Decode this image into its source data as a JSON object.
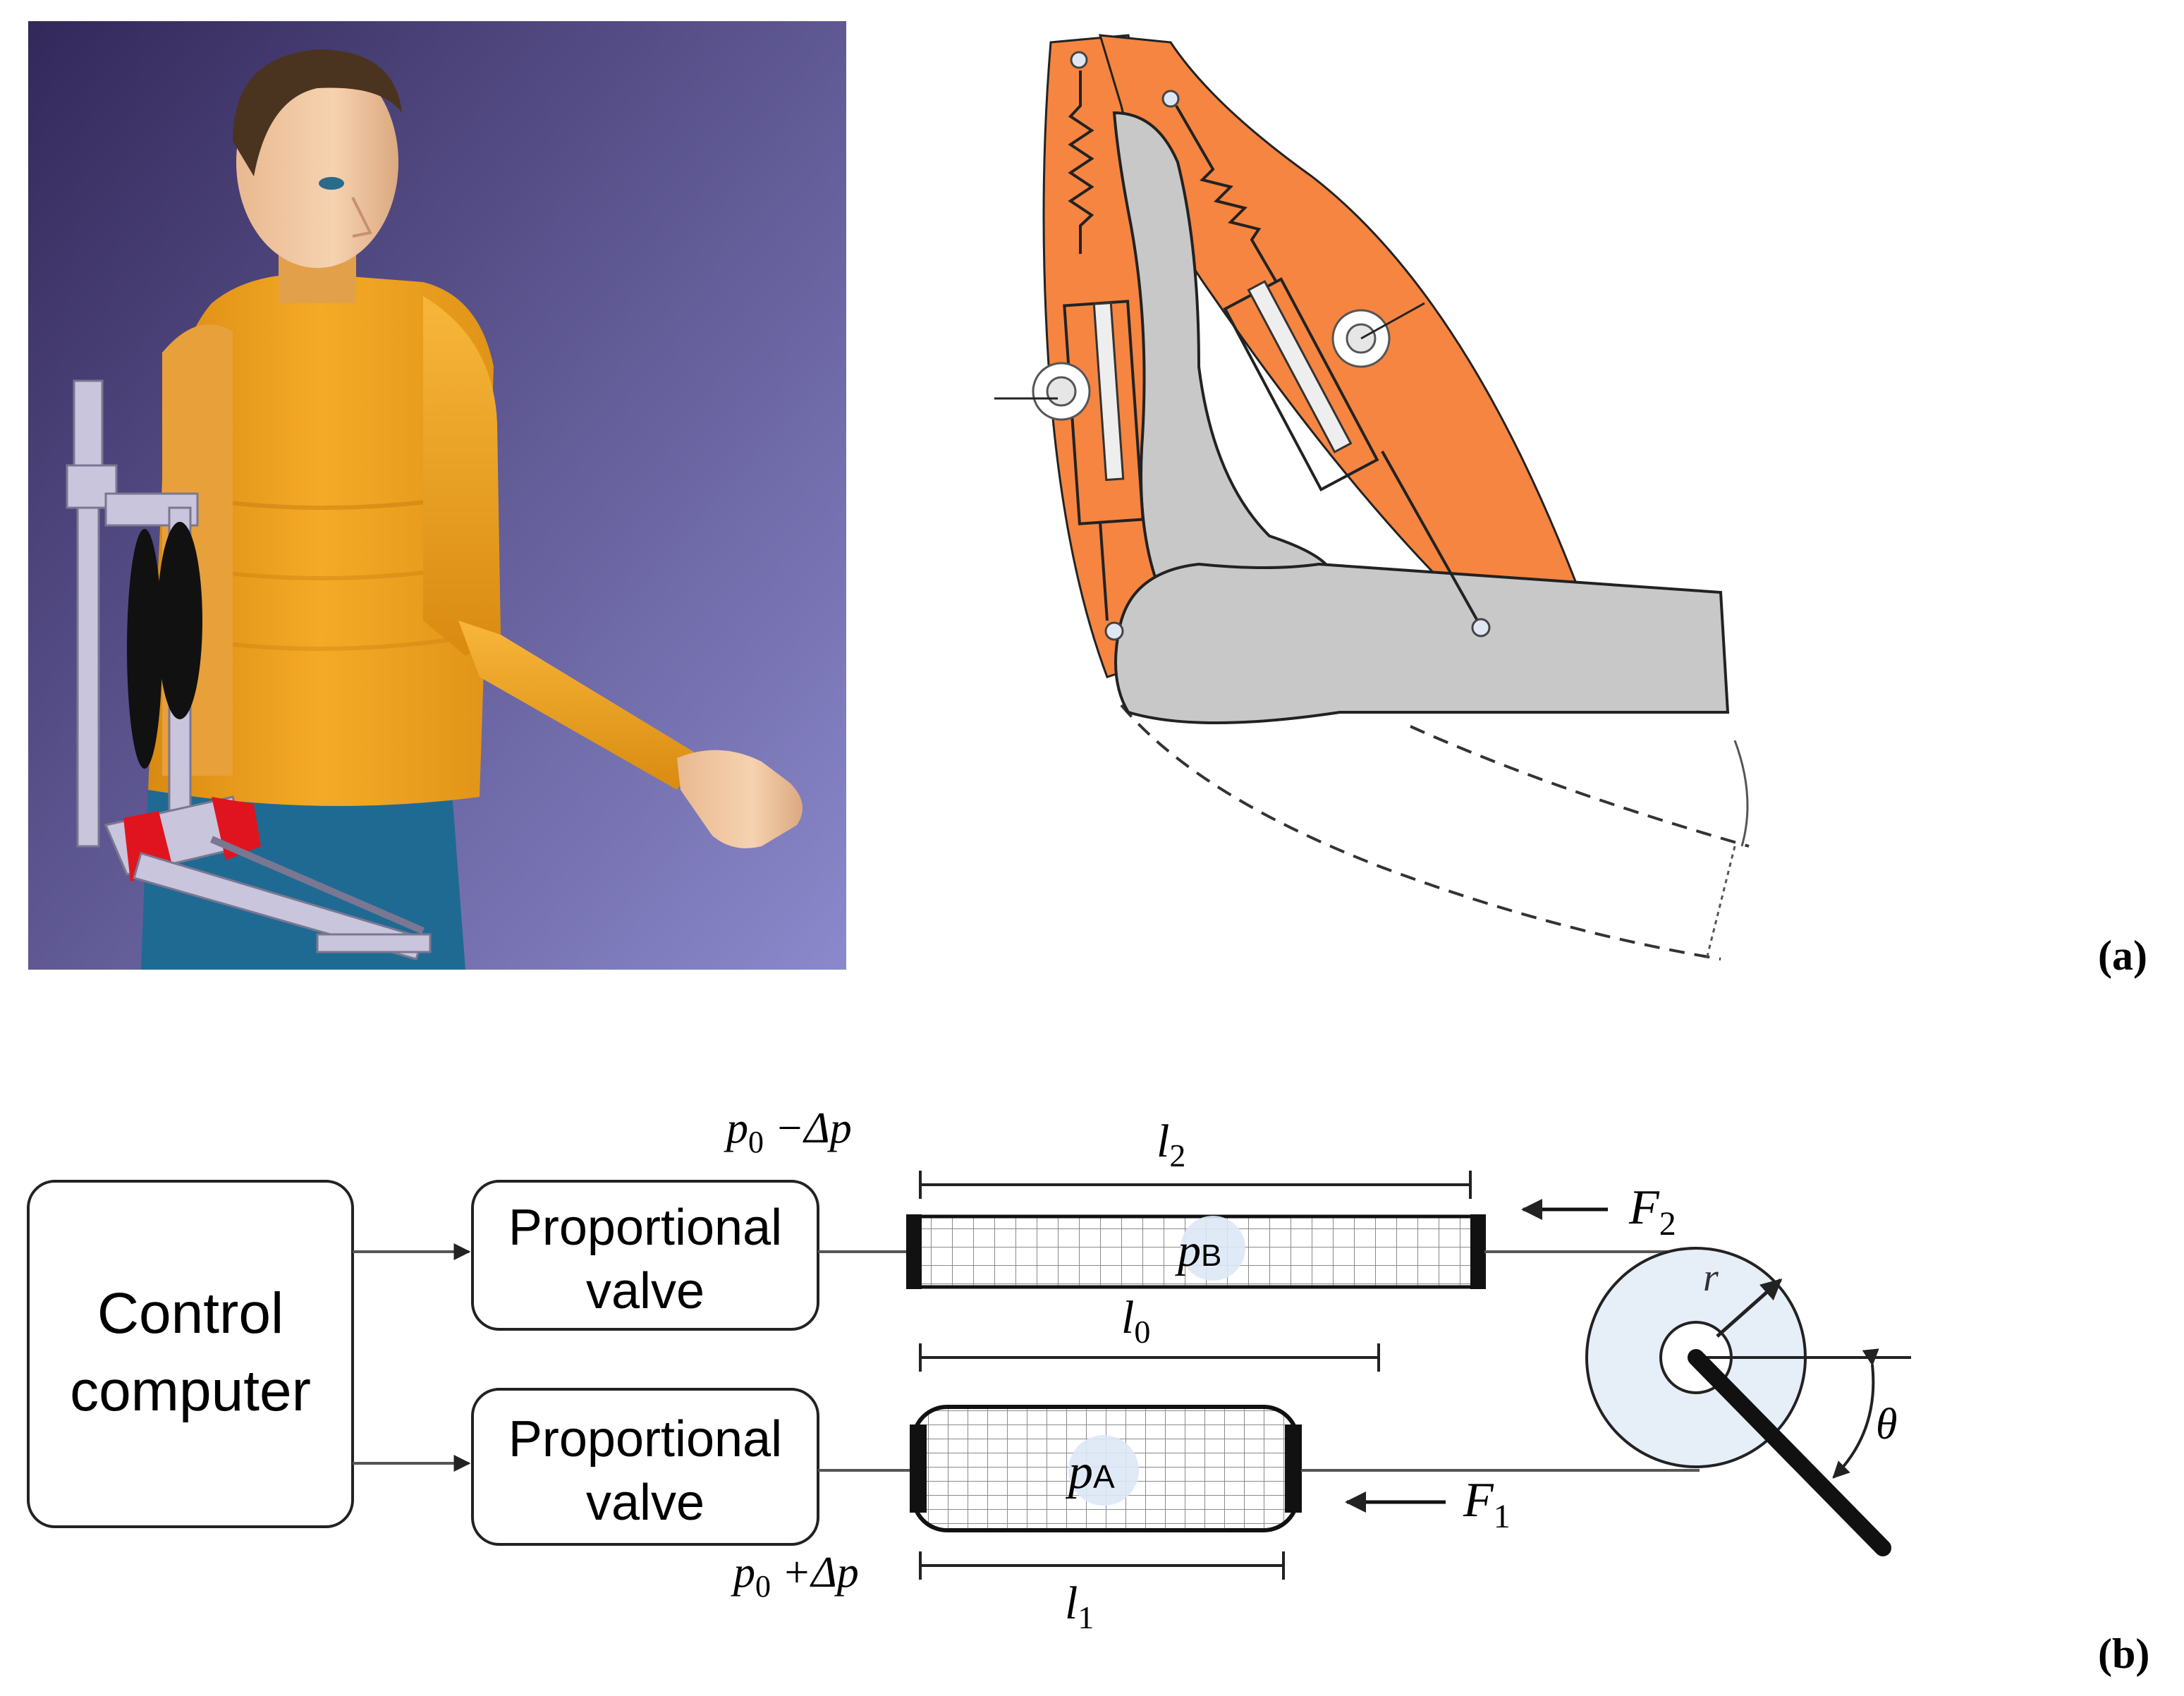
{
  "panel_labels": {
    "a": "(a)",
    "b": "(b)"
  },
  "colors": {
    "background_gradient_top": "#3b2f5c",
    "background_gradient_bottom": "#8a87c9",
    "muscle_orange": "#f58540",
    "bone_gray": "#c8c8c8",
    "shirt_orange": "#f0a422",
    "pants_blue": "#1f6a93",
    "skin": "#f2c8a0",
    "frame_silver": "#c9c5dc",
    "frame_red": "#e0141e",
    "pam_black": "#111111",
    "pulley_fill": "#e6eef8",
    "bubble_fill": "#dde8f6"
  },
  "icons": {
    "figure_a_left": "humanoid-with-exoskeleton-arm-render",
    "figure_a_right": "elbow-joint-with-artificial-muscles-sketch"
  },
  "diagram_b": {
    "control_box": {
      "line1": "Control",
      "line2": "computer"
    },
    "valve_top": {
      "line1": "Proportional",
      "line2": "valve"
    },
    "valve_bottom": {
      "line1": "Proportional",
      "line2": "valve"
    },
    "p_top": {
      "main": "p",
      "sub": "0",
      "rest": " −Δp"
    },
    "p_bottom": {
      "main": "p",
      "sub": "0",
      "rest": " +Δp"
    },
    "l2": {
      "main": "l",
      "sub": "2"
    },
    "l0": {
      "main": "l",
      "sub": "0"
    },
    "l1": {
      "main": "l",
      "sub": "1"
    },
    "pB": {
      "main": "p",
      "sub": "B"
    },
    "pA": {
      "main": "p",
      "sub": "A"
    },
    "F2": {
      "main": "F",
      "sub": "2"
    },
    "F1": {
      "main": "F",
      "sub": "1"
    },
    "r": "r",
    "theta": "θ"
  }
}
